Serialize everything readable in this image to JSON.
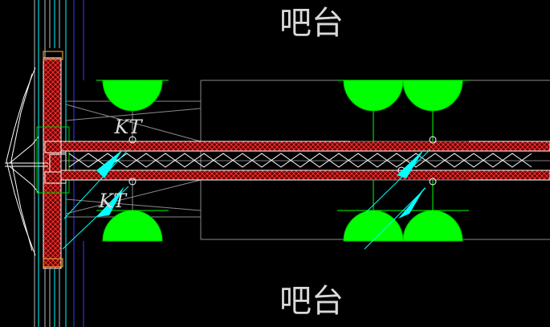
{
  "drawing": {
    "background": "#000000",
    "colors": {
      "lamp": "#00ff00",
      "lamp_outline": "#00c000",
      "pipe": "#ff3030",
      "white": "#ffffff",
      "cyan": "#00ffff",
      "blue": "#3a3aff",
      "grey": "#bdbdbd",
      "dimgrey": "#8a8a8a",
      "gold": "#d8a030"
    },
    "labels": {
      "top": "吧台",
      "bottom": "吧台",
      "kt_upper": "KT",
      "kt_lower": "KT"
    }
  }
}
